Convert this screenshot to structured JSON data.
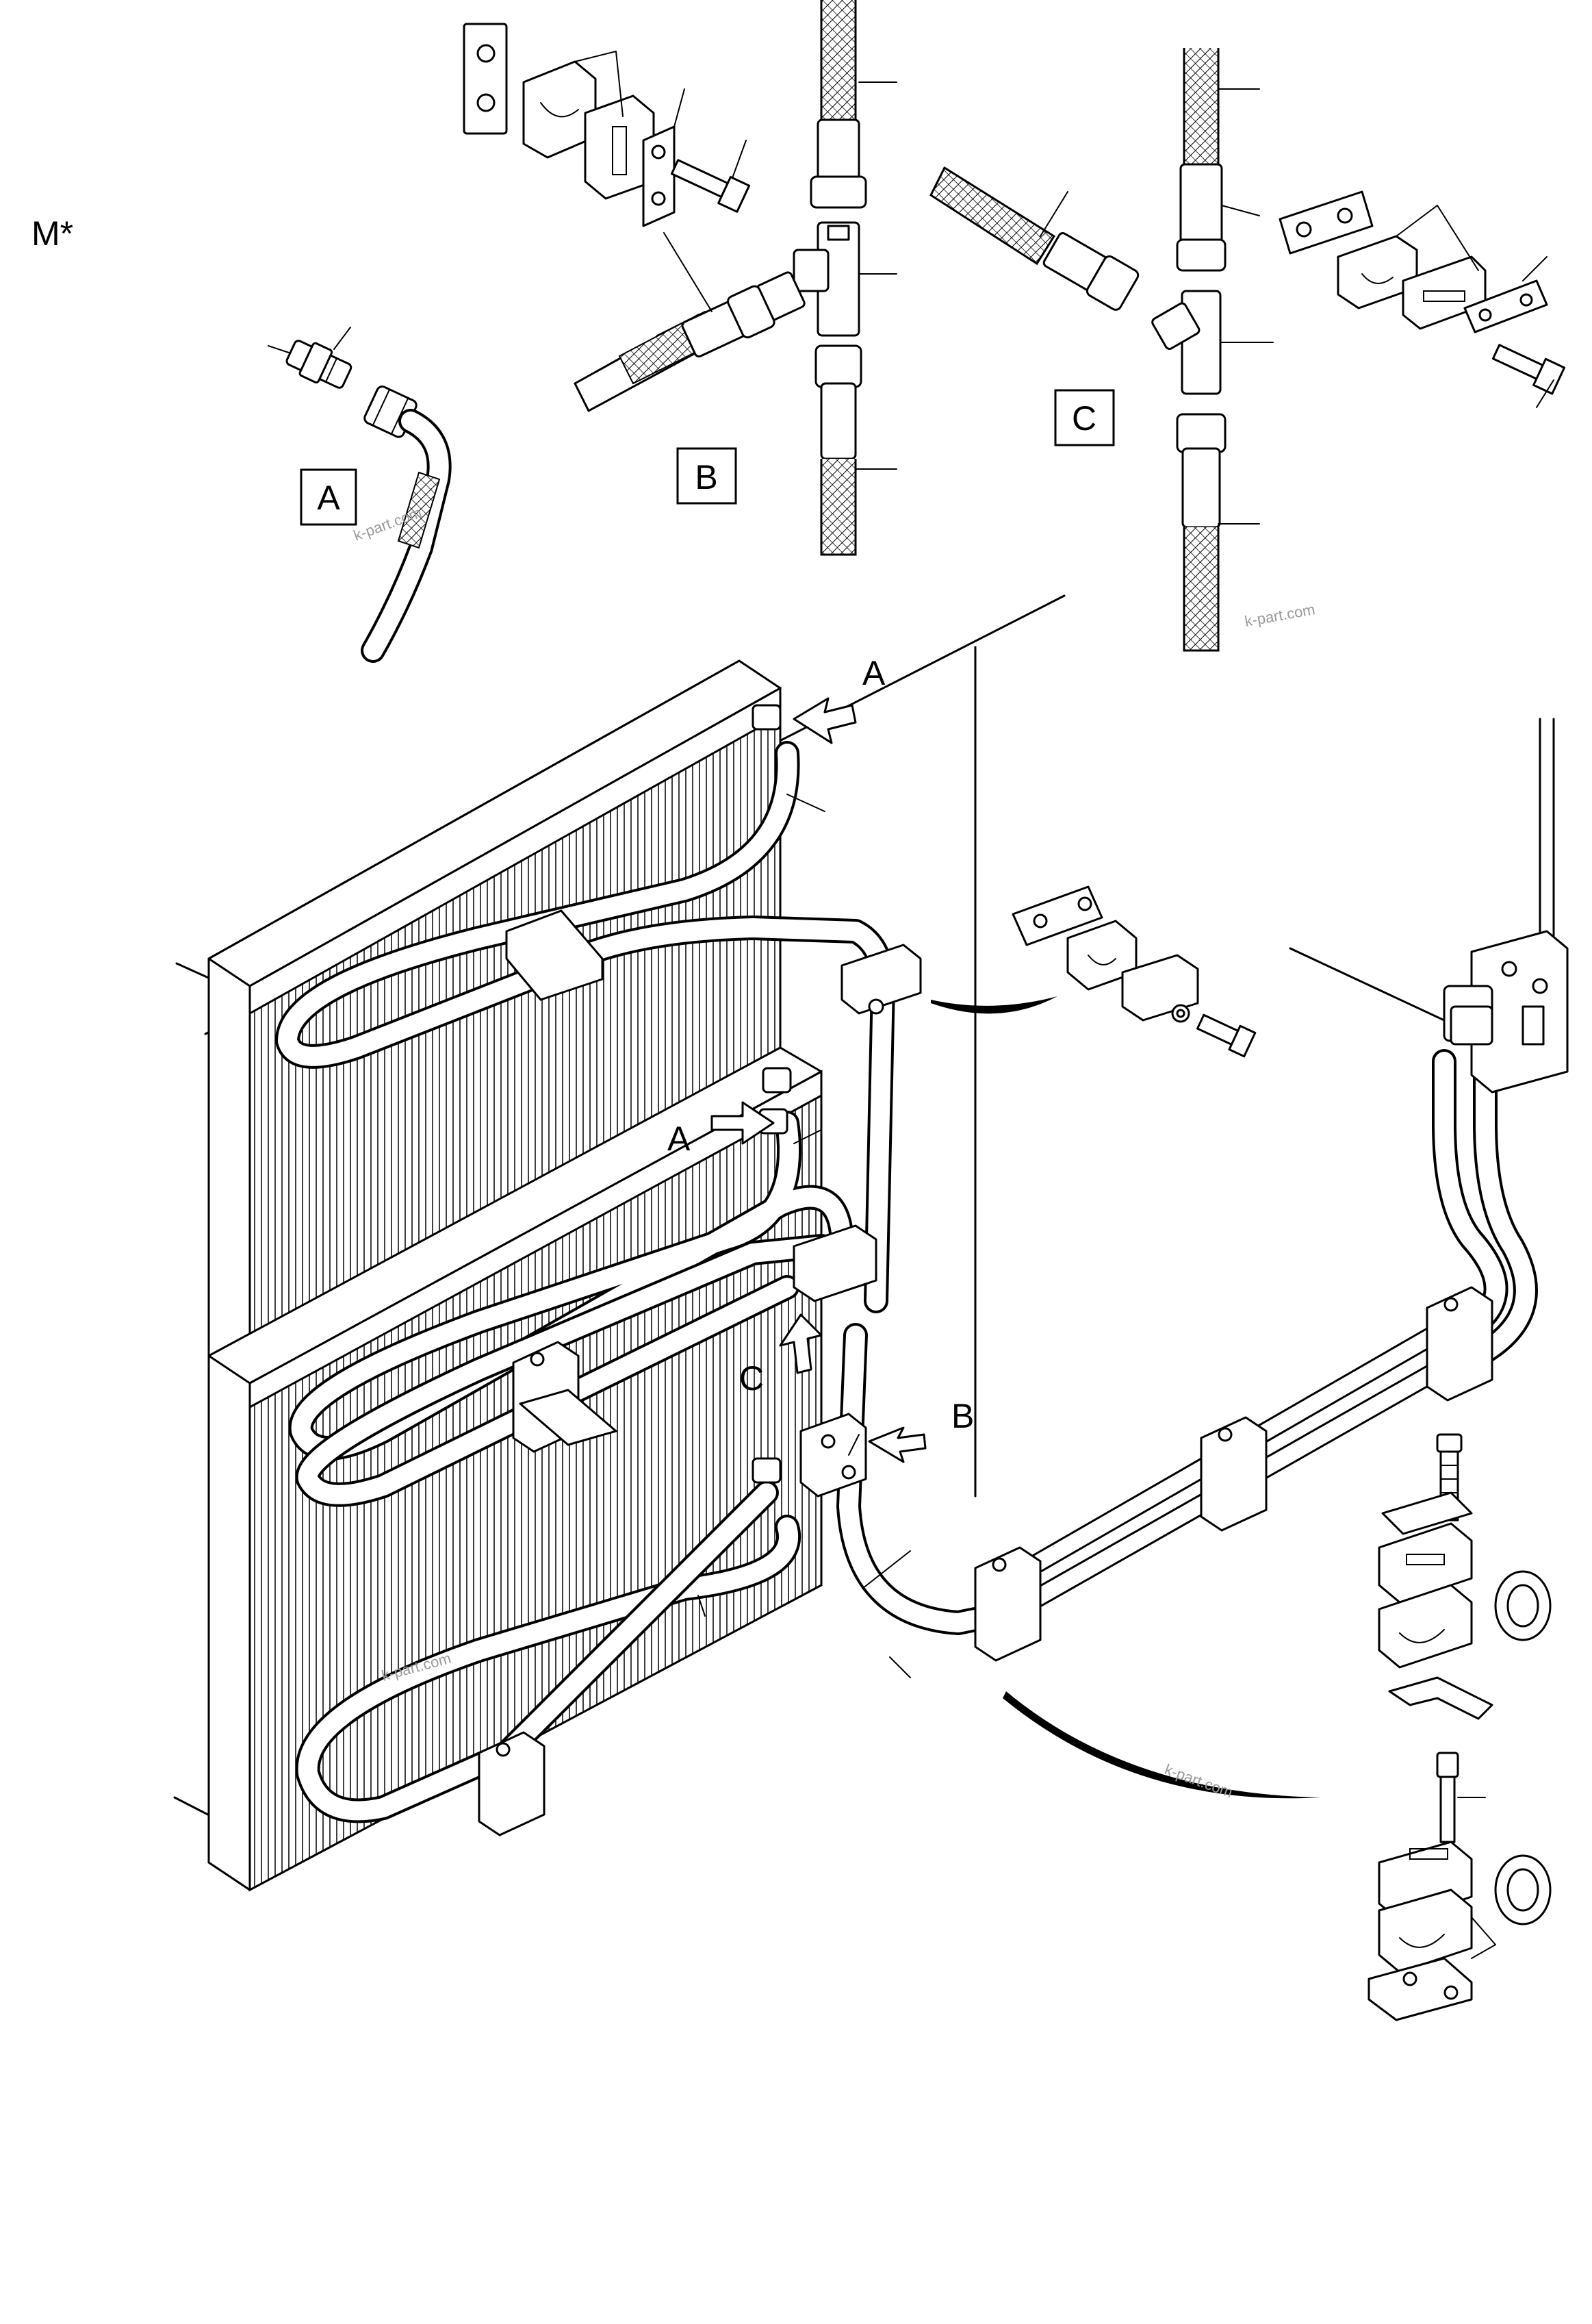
{
  "page": {
    "corner_code": "M*"
  },
  "details": {
    "a_label": "A",
    "b_label": "B",
    "c_label": "C"
  },
  "callouts": {
    "a_top": "A",
    "a_mid": "A",
    "b": "B",
    "c": "C"
  },
  "watermarks": [
    "k-part.com",
    "k-part.com",
    "k-part.com",
    "k-part.com"
  ],
  "colors": {
    "ink": "#000000",
    "paper": "#ffffff",
    "watermark": "#9a9a9a"
  }
}
